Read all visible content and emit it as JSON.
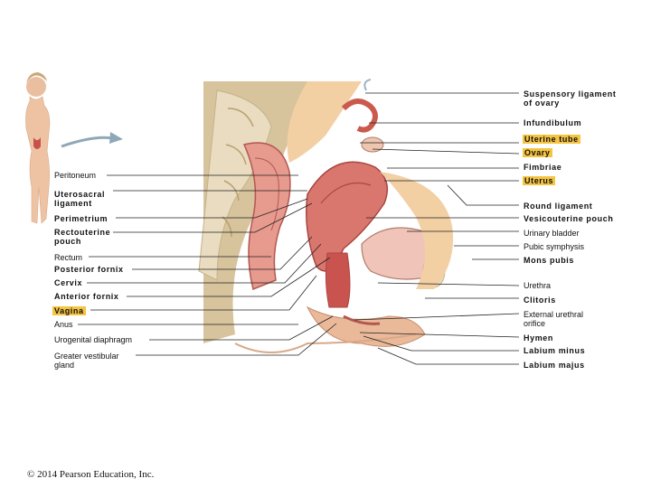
{
  "labels_right": [
    {
      "id": "suspensory",
      "text": "Suspensory ligament\nof ovary",
      "bold": true,
      "highlight": false
    },
    {
      "id": "infundibulum",
      "text": "Infundibulum",
      "bold": true,
      "highlight": false
    },
    {
      "id": "uterine-tube",
      "text": "Uterine tube",
      "bold": true,
      "highlight": true
    },
    {
      "id": "ovary",
      "text": "Ovary",
      "bold": true,
      "highlight": true
    },
    {
      "id": "fimbriae",
      "text": "Fimbriae",
      "bold": true,
      "highlight": false
    },
    {
      "id": "uterus",
      "text": "Uterus",
      "bold": true,
      "highlight": true
    },
    {
      "id": "round-ligament",
      "text": "Round ligament",
      "bold": true,
      "highlight": false
    },
    {
      "id": "vesicouterine",
      "text": "Vesicouterine pouch",
      "bold": true,
      "highlight": false
    },
    {
      "id": "urinary-bladder",
      "text": "Urinary bladder",
      "bold": false,
      "highlight": false
    },
    {
      "id": "pubic-symphysis",
      "text": "Pubic symphysis",
      "bold": false,
      "highlight": false
    },
    {
      "id": "mons-pubis",
      "text": "Mons pubis",
      "bold": true,
      "highlight": false
    },
    {
      "id": "urethra",
      "text": "Urethra",
      "bold": false,
      "highlight": false
    },
    {
      "id": "clitoris",
      "text": "Clitoris",
      "bold": true,
      "highlight": false
    },
    {
      "id": "external-urethral",
      "text": "External urethral\norifice",
      "bold": false,
      "highlight": false
    },
    {
      "id": "hymen",
      "text": "Hymen",
      "bold": true,
      "highlight": false
    },
    {
      "id": "labium-minus",
      "text": "Labium minus",
      "bold": true,
      "highlight": false
    },
    {
      "id": "labium-majus",
      "text": "Labium majus",
      "bold": true,
      "highlight": false
    }
  ],
  "labels_left": [
    {
      "id": "peritoneum",
      "text": "Peritoneum",
      "bold": false,
      "highlight": false
    },
    {
      "id": "uterosacral",
      "text": "Uterosacral\nligament",
      "bold": true,
      "highlight": false
    },
    {
      "id": "perimetrium",
      "text": "Perimetrium",
      "bold": true,
      "highlight": false
    },
    {
      "id": "rectouterine",
      "text": "Rectouterine\npouch",
      "bold": true,
      "highlight": false
    },
    {
      "id": "rectum",
      "text": "Rectum",
      "bold": false,
      "highlight": false
    },
    {
      "id": "posterior-fornix",
      "text": "Posterior fornix",
      "bold": true,
      "highlight": false
    },
    {
      "id": "cervix",
      "text": "Cervix",
      "bold": true,
      "highlight": false
    },
    {
      "id": "anterior-fornix",
      "text": "Anterior fornix",
      "bold": true,
      "highlight": false
    },
    {
      "id": "vagina",
      "text": "Vagina",
      "bold": true,
      "highlight": true
    },
    {
      "id": "anus",
      "text": "Anus",
      "bold": false,
      "highlight": false
    },
    {
      "id": "urogenital",
      "text": "Urogenital diaphragm",
      "bold": false,
      "highlight": false
    },
    {
      "id": "greater-vestibular",
      "text": "Greater vestibular\ngland",
      "bold": false,
      "highlight": false
    }
  ],
  "copyright": "© 2014 Pearson Education, Inc.",
  "colors": {
    "highlight": "#f6c443",
    "tissue": "#d9776f",
    "muscle": "#c9544f",
    "fat": "#f3cfa4",
    "skin": "#eab99a",
    "bone": "#e9dcc0",
    "leader": "#222222",
    "arrow": "#8fa8b8"
  }
}
